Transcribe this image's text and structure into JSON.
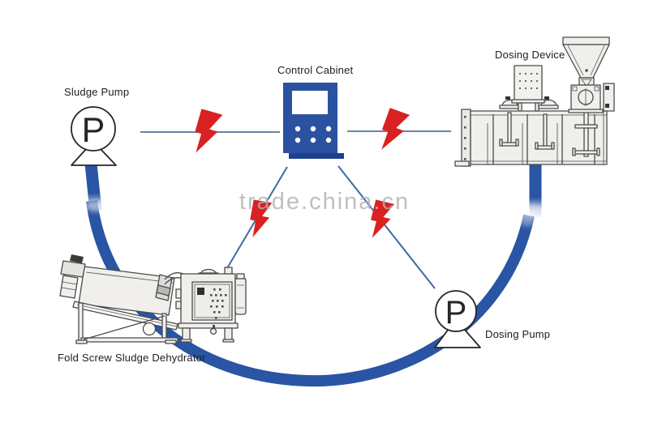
{
  "diagram": {
    "nodes": {
      "sludge_pump": {
        "label": "Sludge Pump",
        "symbol": "P"
      },
      "control_cabinet": {
        "label": "Control Cabinet"
      },
      "dosing_device": {
        "label": "Dosing Device"
      },
      "dehydrator": {
        "label": "Fold Screw Sludge Dehydrator"
      },
      "dosing_pump": {
        "label": "Dosing Pump",
        "symbol": "P"
      }
    },
    "watermark": "trade.china.cn",
    "colors": {
      "pipe_blue": "#2a55a4",
      "cabinet_blue": "#2b52a1",
      "cabinet_base_blue": "#1d4190",
      "bolt_red": "#d92121",
      "connector_gray": "#6f82a0",
      "connector_blue": "#3f68a8",
      "machine_stroke": "#4a4a4a",
      "machine_fill": "#f0efec",
      "label_color": "#1d1d1f",
      "watermark_gray": "#b2b2b2"
    }
  }
}
